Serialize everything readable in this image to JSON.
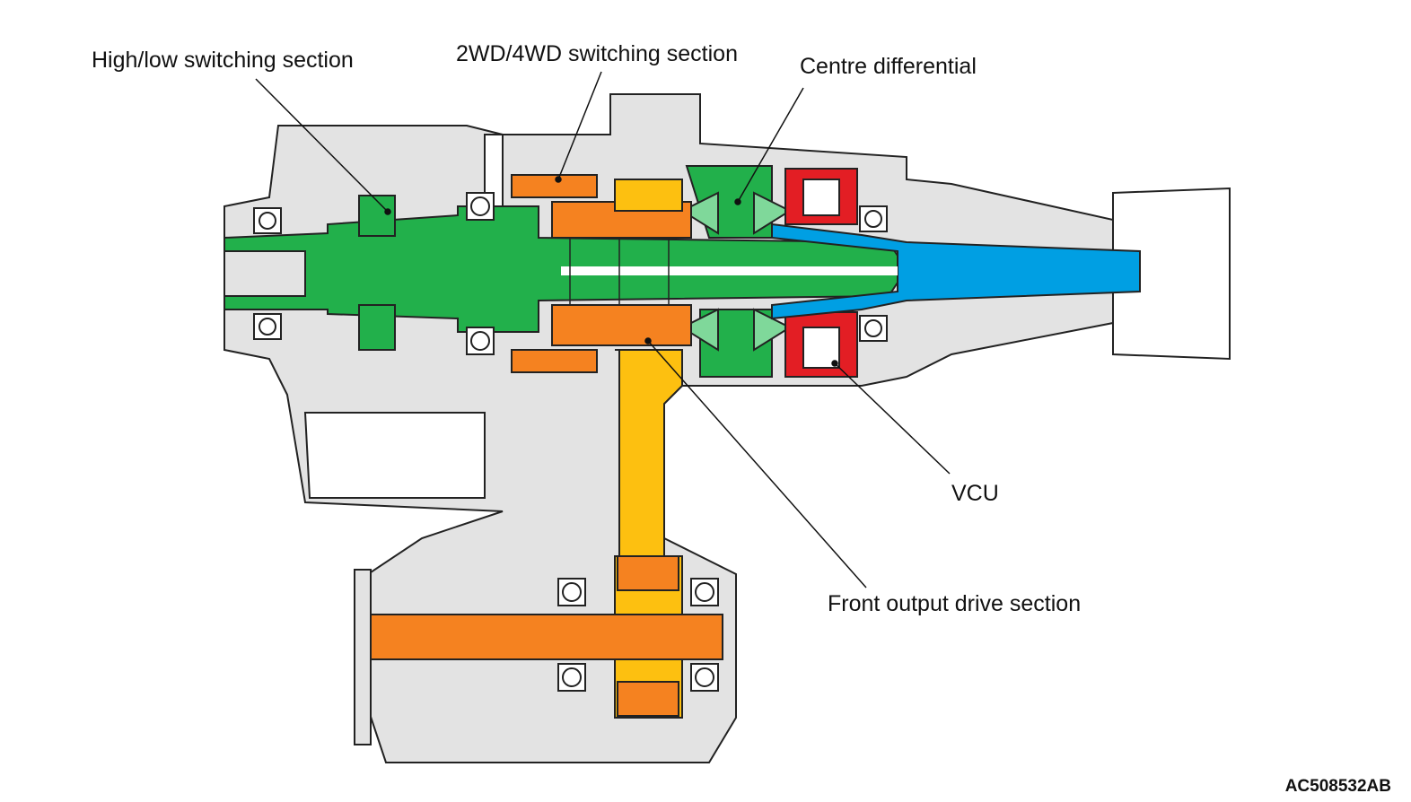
{
  "labels": {
    "high_low": "High/low switching section",
    "twowd_fourwd": "2WD/4WD switching section",
    "centre_diff": "Centre differential",
    "vcu": "VCU",
    "front_output": "Front output drive section"
  },
  "figure_code": "AC508532AB",
  "colors": {
    "housing": "#e3e3e3",
    "outline": "#222222",
    "input_shaft": "#22b04b",
    "switching_gears": "#f58220",
    "chain_sprocket": "#fdc010",
    "rear_output": "#009fe3",
    "vcu": "#e31e24",
    "front_output": "#f58220"
  }
}
